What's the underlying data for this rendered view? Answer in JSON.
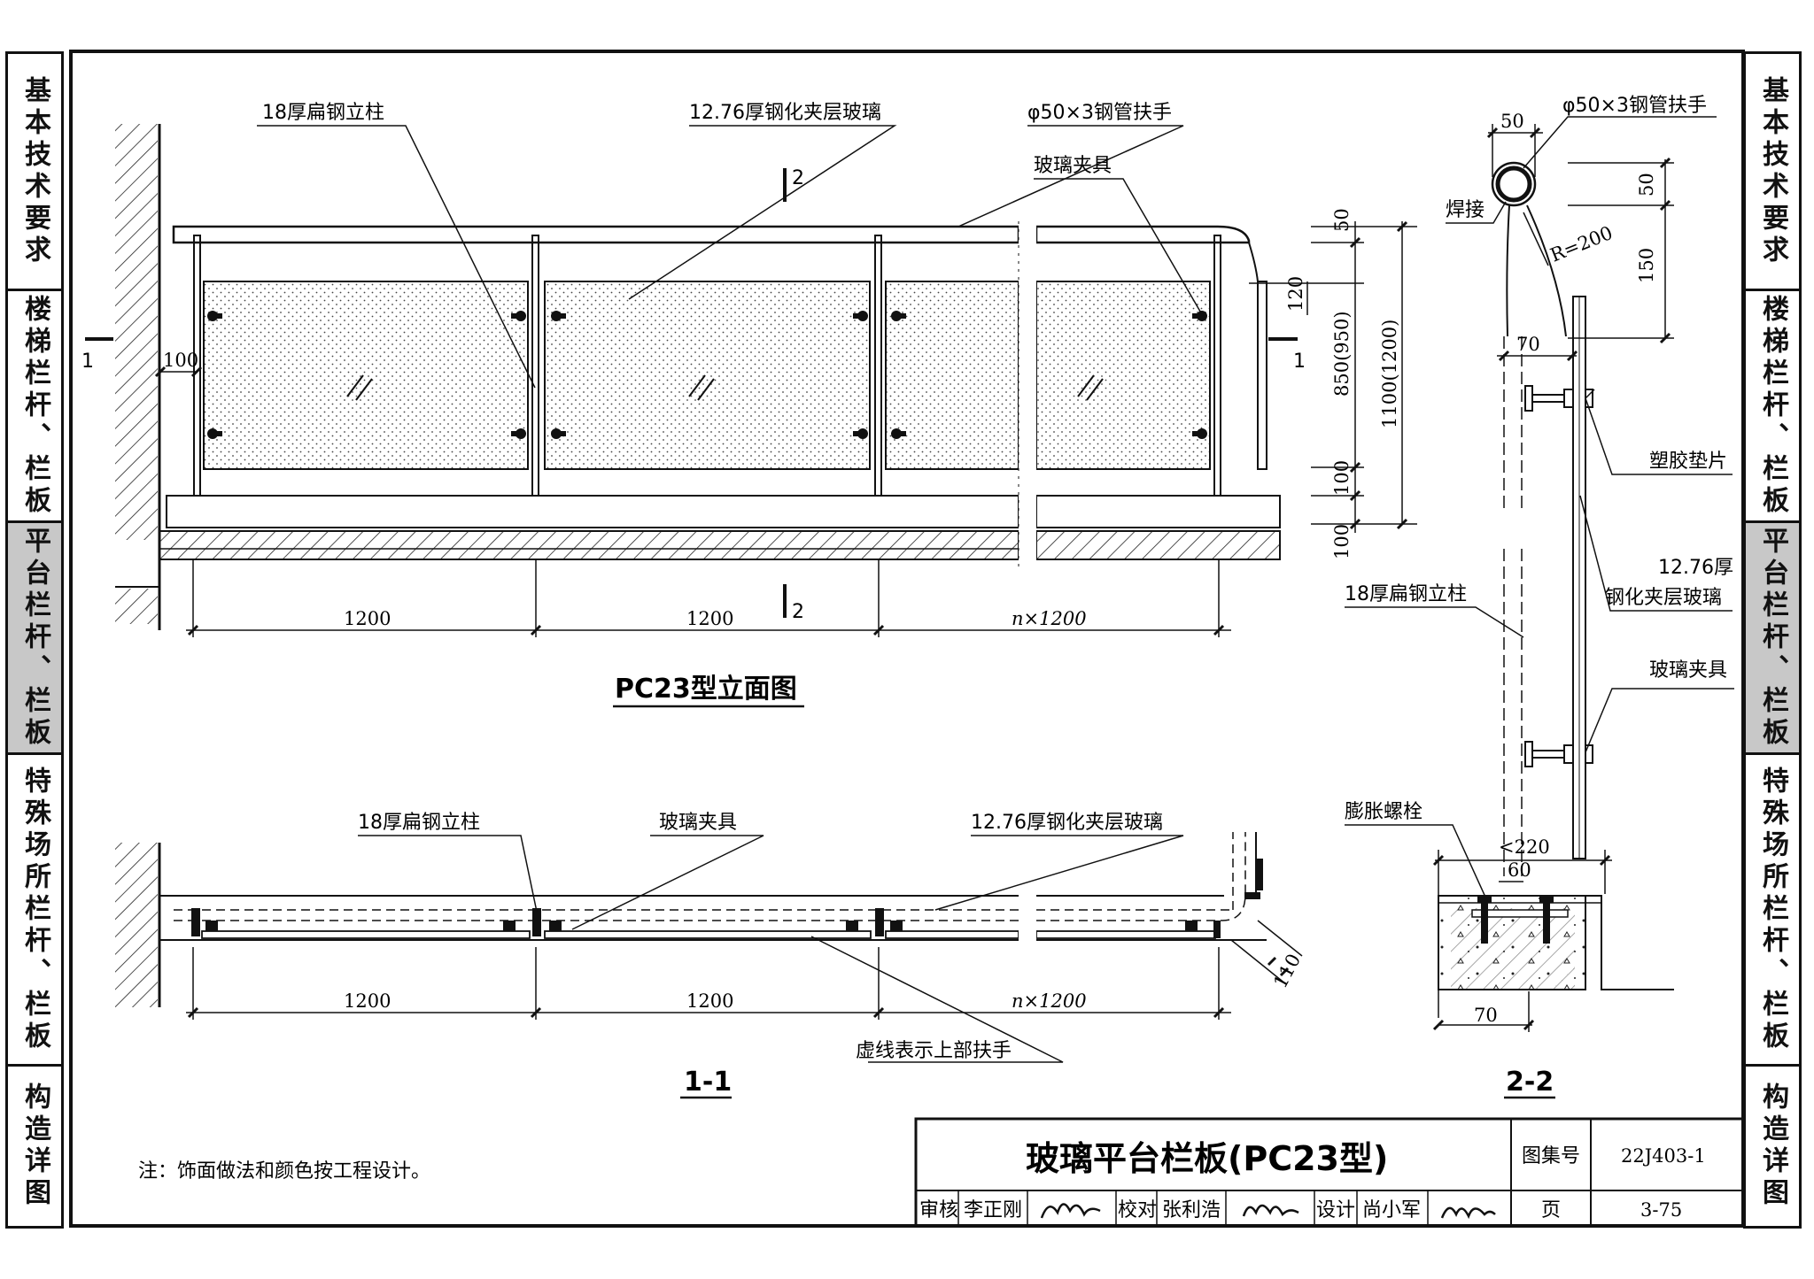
{
  "side_tabs": [
    "基本技术要求",
    "楼梯栏杆、栏板",
    "平台栏杆、栏板",
    "特殊场所栏杆、栏板",
    "构造详图"
  ],
  "active_tab_index": 2,
  "elevation": {
    "title": "PC23型立面图",
    "label_post": "18厚扁钢立柱",
    "label_glass": "12.76厚钢化夹层玻璃",
    "label_handrail": "φ50×3钢管扶手",
    "label_clamp": "玻璃夹具",
    "dim_1200_a": "1200",
    "dim_1200_b": "1200",
    "dim_n": "n×1200",
    "dim_100_side": "100",
    "dim_50": "50",
    "dim_120": "120",
    "dim_850": "850(950)",
    "dim_1100": "1100(1200)",
    "dim_100_a": "100",
    "dim_100_b": "100",
    "cut_1_left": "1",
    "cut_1_right": "1",
    "cut_2_top": "2",
    "cut_2_bottom": "2"
  },
  "section_1_1": {
    "title": "1-1",
    "label_post": "18厚扁钢立柱",
    "label_clamp": "玻璃夹具",
    "label_glass": "12.76厚钢化夹层玻璃",
    "label_dashed": "虚线表示上部扶手",
    "dim_1200_a": "1200",
    "dim_1200_b": "1200",
    "dim_n": "n×1200",
    "dim_110": "110"
  },
  "section_2_2": {
    "title": "2-2",
    "label_handrail": "φ50×3钢管扶手",
    "label_weld": "焊接",
    "label_pad": "塑胶垫片",
    "label_glass_1": "12.76厚",
    "label_glass_2": "钢化夹层玻璃",
    "label_post": "18厚扁钢立柱",
    "label_clamp": "玻璃夹具",
    "label_bolt": "膨胀螺栓",
    "dim_50_top": "50",
    "dim_50_right": "50",
    "dim_150": "150",
    "dim_r": "R=200",
    "dim_70_top": "70",
    "dim_220": "<220",
    "dim_60": "60",
    "dim_70_bottom": "70"
  },
  "note": "注：饰面做法和颜色按工程设计。",
  "title_block": {
    "title": "玻璃平台栏板(PC23型)",
    "atlas_label": "图集号",
    "atlas_no": "22J403-1",
    "page_label": "页",
    "page_no": "3-75",
    "review_label": "审核",
    "reviewer": "李正刚",
    "check_label": "校对",
    "checker": "张利浩",
    "design_label": "设计",
    "designer": "尚小军"
  }
}
